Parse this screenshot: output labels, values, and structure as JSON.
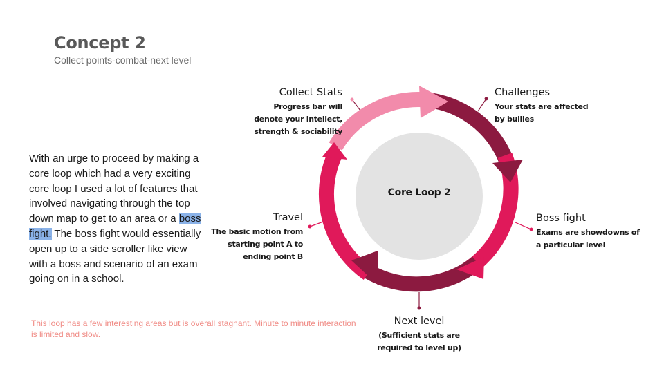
{
  "header": {
    "title": "Concept 2",
    "subtitle": "Collect points-combat-next  level"
  },
  "body": {
    "text_before": "With an urge to proceed by making a core loop which had a very exciting core loop I used a lot of features that involved navigating through the top down map to get to an area or a ",
    "highlighted": "boss fight.",
    "text_after": " The boss fight would essentially open up to a side scroller like view with a boss and scenario of an exam going on in a school."
  },
  "note": "This loop has a few interesting areas but is overall  stagnant. Minute to minute interaction is limited and slow.",
  "diagram": {
    "center_label": "Core Loop 2",
    "colors": {
      "light_pink": "#f28bab",
      "dark_maroon": "#8c1a40",
      "pink_red": "#e0195a",
      "center_gray": "#e3e3e3"
    },
    "stages": [
      {
        "title": "Collect Stats",
        "description": "Progress bar will denote your intellect, strength & sociability"
      },
      {
        "title": "Challenges",
        "description": "Your stats are affected by bullies"
      },
      {
        "title": "Boss fight",
        "description": "Exams are showdowns of a particular level"
      },
      {
        "title": "Next level",
        "description": "(Sufficient stats are required to level up)"
      },
      {
        "title": "Travel",
        "description": "The basic motion from starting point A to ending point B"
      }
    ]
  }
}
